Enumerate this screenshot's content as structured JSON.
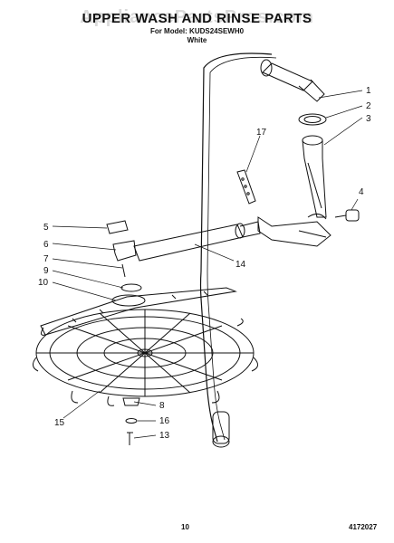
{
  "header": {
    "title": "UPPER WASH AND RINSE PARTS",
    "model_line": "For Model: KUDS24SEWH0",
    "color": "White",
    "watermark": "AppliancePartsPros.com"
  },
  "footer": {
    "page_number": "10",
    "part_number": "4172027"
  },
  "callouts": {
    "c1": "1",
    "c2": "2",
    "c3": "3",
    "c4": "4",
    "c5": "5",
    "c6": "6",
    "c7": "7",
    "c8": "8",
    "c9": "9",
    "c10": "10",
    "c13": "13",
    "c14": "14",
    "c15": "15",
    "c16": "16",
    "c17": "17"
  },
  "colors": {
    "line": "#111111",
    "paper": "#ffffff"
  }
}
